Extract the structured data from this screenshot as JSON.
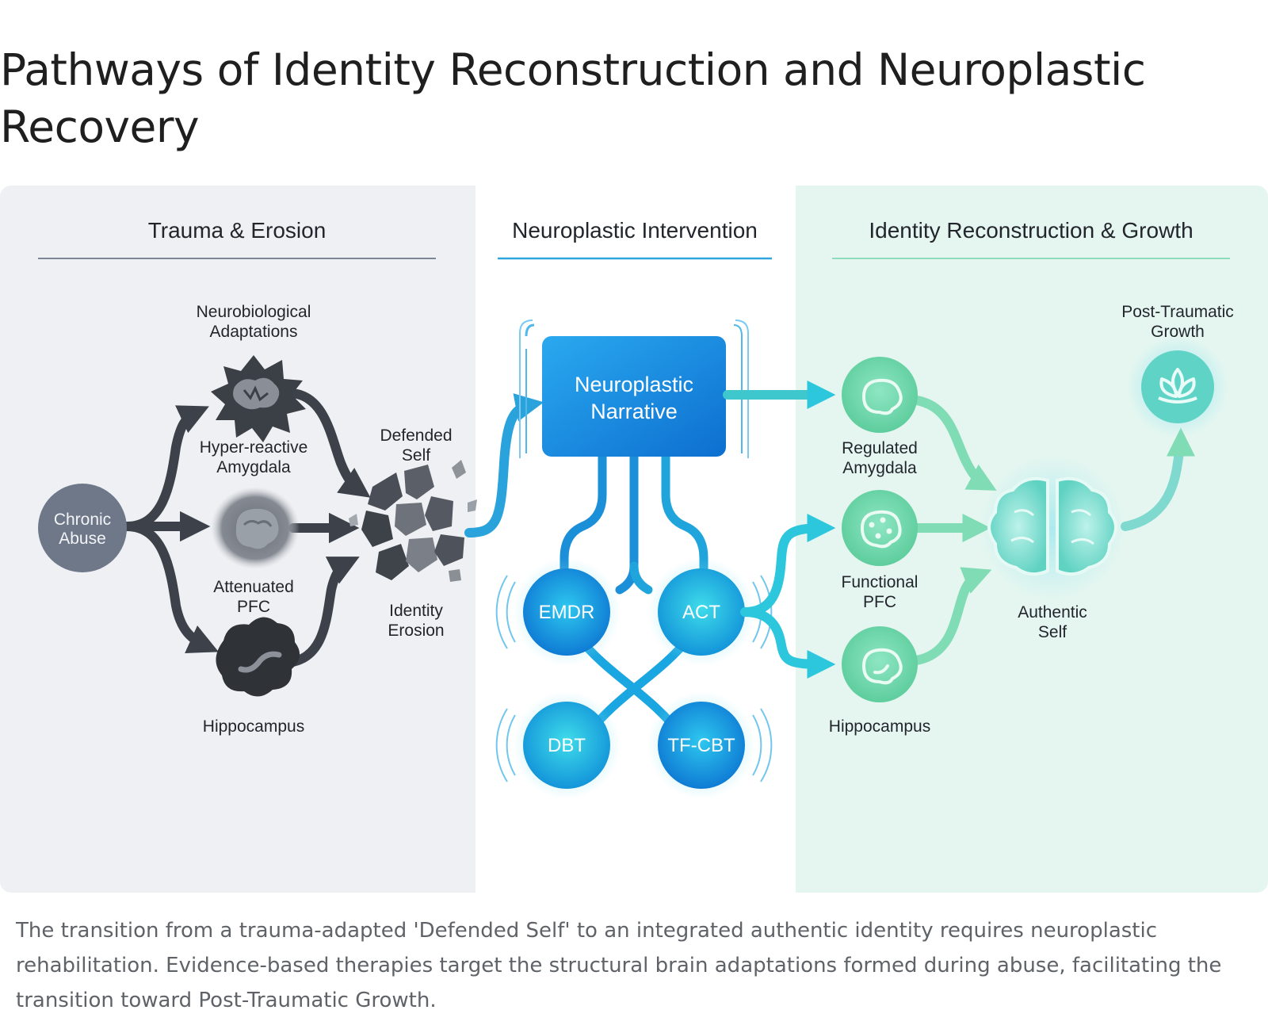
{
  "title": "Pathways of Identity Reconstruction and Neuroplastic Recovery",
  "caption": "The transition from a trauma-adapted 'Defended Self' to an integrated authentic identity requires neuroplastic rehabilitation. Evidence-based therapies target the structural brain adaptations formed during abuse, facilitating the transition toward Post-Traumatic Growth.",
  "sections": {
    "left": "Trauma & Erosion",
    "middle": "Neuroplastic Intervention",
    "right": "Identity Reconstruction & Growth"
  },
  "left_labels": {
    "chronic_abuse": [
      "Chronic",
      "Abuse"
    ],
    "neuro_adaptations": [
      "Neurobiological",
      "Adaptations"
    ],
    "hyper_amygdala": [
      "Hyper-reactive",
      "Amygdala"
    ],
    "attenuated_pfc": [
      "Attenuated",
      "PFC"
    ],
    "hippocampus": "Hippocampus",
    "defended_self": [
      "Defended",
      "Self"
    ],
    "identity_erosion": [
      "Identity",
      "Erosion"
    ]
  },
  "middle_labels": {
    "narrative": [
      "Neuroplastic",
      "Narrative"
    ],
    "emdr": "EMDR",
    "act": "ACT",
    "dbt": "DBT",
    "tfcbt": "TF-CBT"
  },
  "right_labels": {
    "regulated_amygdala": [
      "Regulated",
      "Amygdala"
    ],
    "functional_pfc": [
      "Functional",
      "PFC"
    ],
    "hippocampus": "Hippocampus",
    "authentic_self": [
      "Authentic",
      "Self"
    ],
    "ptg": [
      "Post-Traumatic",
      "Growth"
    ]
  },
  "colors": {
    "left_bg": "#eef0f3",
    "right_bg": "#e5f6f0",
    "dark_node": "#3b3f46",
    "slate_node": "#6e7889",
    "blue": "#1f8de0",
    "cyan": "#26c0e0",
    "green": "#6fd6a9"
  },
  "icons": {
    "brain": "brain-icon",
    "lotus": "lotus-icon"
  }
}
